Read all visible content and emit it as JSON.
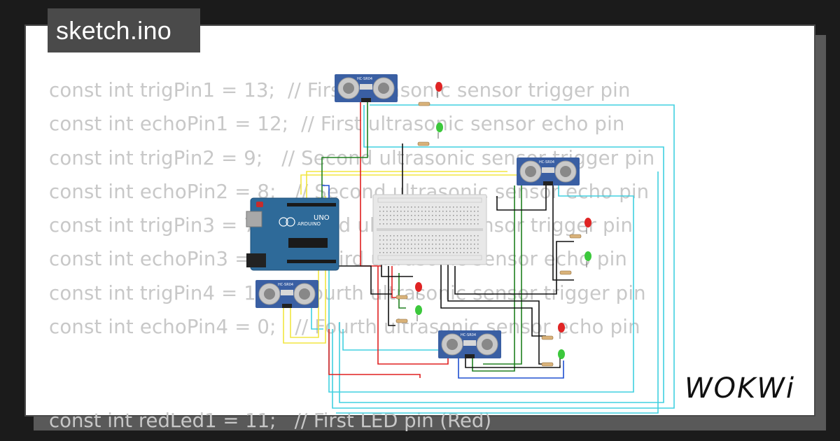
{
  "title_tab": "sketch.ino",
  "code_lines": [
    "const int trigPin1 = 13;  // First ultrasonic sensor trigger pin",
    "const int echoPin1 = 12;  // First ultrasonic sensor echo pin",
    "const int trigPin2 = 9;   // Second ultrasonic sensor trigger pin",
    "const int echoPin2 = 8;   // Second ultrasonic sensor echo pin",
    "const int trigPin3 = 7;   // Third ultrasonic sensor trigger pin",
    "const int echoPin3 = 6;   // Third ultrasonic sensor echo pin",
    "const int trigPin4 = 1;   // Fourth ultrasonic sensor trigger pin",
    "const int echoPin4 = 0;   // Fourth ultrasonic sensor echo pin"
  ],
  "code_tail": "const int redLed1 = 11;   // First LED pin (Red)",
  "arduino": {
    "brand": "ARDUINO",
    "model": "UNO"
  },
  "sensor_label": "HC-SR04",
  "logo_text": "WOKWi",
  "colors": {
    "background": "#1b1b1b",
    "card": "#ffffff",
    "tab": "#4a4a4a",
    "code_text": "#c8c8c8",
    "arduino_board": "#2e6a99",
    "sensor_board": "#3a5fa3",
    "wire_cyan": "#40d0e0",
    "wire_yellow": "#f2e640",
    "wire_red": "#e02020",
    "wire_green": "#208020",
    "wire_black": "#111111",
    "led_red": "#e02424",
    "led_green": "#3cc83c"
  }
}
